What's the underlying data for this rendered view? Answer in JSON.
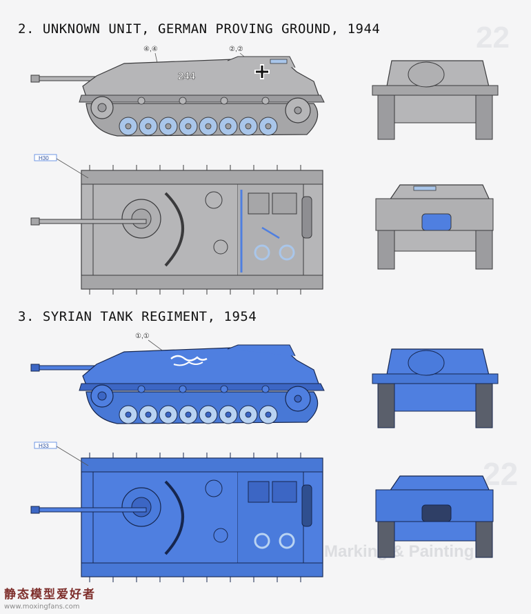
{
  "sections": [
    {
      "number": "2.",
      "title": "UNKNOWN UNIT, GERMAN PROVING GROUND, 1944",
      "callouts": [
        "④,④",
        "②,②"
      ],
      "hull_number": "244",
      "top_callout": "H30",
      "colors": {
        "body": "#b6b6b8",
        "body_dark": "#9c9c9f",
        "line": "#3a3a3c",
        "wheel": "#a9c6ea"
      }
    },
    {
      "number": "3.",
      "title": "SYRIAN TANK REGIMENT, 1954",
      "callouts": [
        "①,①"
      ],
      "top_callout": "H33",
      "colors": {
        "body": "#4f7fe0",
        "body_dark": "#3c66c4",
        "line": "#16264e",
        "wheel": "#b9d3f2"
      }
    }
  ],
  "footer": {
    "watermark_cn": "静态模型爱好者",
    "watermark_url": "www.moxingfans.com",
    "ghost_heading": "Marking & Painting"
  },
  "icons": [
    "tank-side-view",
    "tank-top-view",
    "tank-front-view",
    "tank-rear-view",
    "balkenkreuz-icon",
    "syrian-roundel-icon"
  ]
}
